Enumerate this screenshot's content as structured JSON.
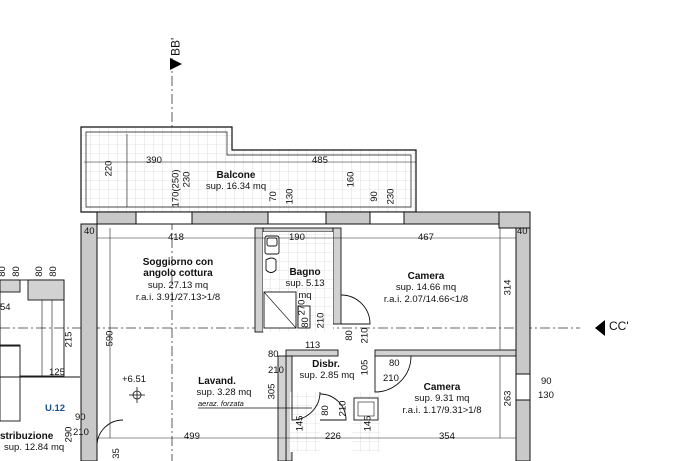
{
  "section_marks": {
    "top": "BB'",
    "right": "CC'"
  },
  "rooms": {
    "balcone": {
      "name": "Balcone",
      "sup": "sup. 16.34 mq"
    },
    "soggiorno": {
      "name": "Soggiorno con",
      "name2": "angolo cottura",
      "sup": "sup. 27.13 mq",
      "rai": "r.a.i. 3.91/27.13>1/8"
    },
    "bagno": {
      "name": "Bagno",
      "sup": "sup. 5.13",
      "sup2": "mq"
    },
    "camera1": {
      "name": "Camera",
      "sup": "sup. 14.66 mq",
      "rai": "r.a.i. 2.07/14.66<1/8"
    },
    "lavand": {
      "name": "Lavand.",
      "sup": "sup. 3.28 mq",
      "note": "aeraz. forzata"
    },
    "disbr": {
      "name": "Disbr.",
      "sup": "sup. 2.85 mq"
    },
    "camera2": {
      "name": "Camera",
      "sup": "sup. 9.31 mq",
      "rai": "r.a.i. 1.17/9.31>1/8"
    },
    "distribuzione": {
      "name": "stribuzione",
      "sup": "sup. 12.84 mq"
    }
  },
  "unit_code": "U.12",
  "level": "+6.51",
  "dims": {
    "bal_390": "390",
    "bal_485": "485",
    "bal_220": "220",
    "bal_170": "170(250)",
    "bal_230a": "230",
    "bal_70": "70",
    "bal_130": "130",
    "bal_160": "160",
    "bal_90": "90",
    "bal_230b": "230",
    "d40a": "40",
    "d418": "418",
    "d190": "190",
    "d467": "467",
    "d40b": "40",
    "d590": "590",
    "d314": "314",
    "d270": "270",
    "d80a": "80",
    "d210a": "210",
    "d113": "113",
    "d80b": "80",
    "d210b": "210",
    "d80c": "80",
    "d210c": "210",
    "d105": "105",
    "d80d": "80",
    "d210d": "210",
    "d305": "305",
    "d145a": "145",
    "d80e": "80",
    "d210e": "210",
    "d145b": "145",
    "d263": "263",
    "d90r": "90",
    "d130r": "130",
    "d499": "499",
    "d226": "226",
    "d354": "354",
    "l80a": "80",
    "l80b": "80",
    "l80c": "80",
    "l80d": "80",
    "l54": "54",
    "l215": "215",
    "l125": "125",
    "l90": "90",
    "l210": "210",
    "l290": "290",
    "l35": "35"
  }
}
